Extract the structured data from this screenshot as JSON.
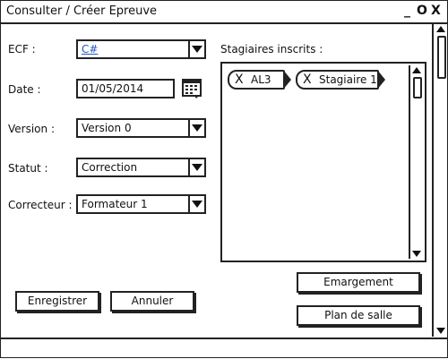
{
  "window": {
    "title": "Consulter / Créer Epreuve",
    "controls": {
      "minimize": "_",
      "maximize": "O",
      "close": "X"
    }
  },
  "form": {
    "ecf": {
      "label": "ECF :",
      "value": "C#"
    },
    "date": {
      "label": "Date :",
      "value": "01/05/2014"
    },
    "version": {
      "label": "Version :",
      "value": "Version 0"
    },
    "statut": {
      "label": "Statut :",
      "value": "Correction"
    },
    "correcteur": {
      "label": "Correcteur :",
      "value": "Formateur 1"
    }
  },
  "stagiaires": {
    "label": "Stagiaires inscrits :",
    "items": [
      {
        "remove": "X",
        "name": "AL3"
      },
      {
        "remove": "X",
        "name": "Stagiaire 1"
      }
    ]
  },
  "buttons": {
    "emargement": "Emargement",
    "plan_de_salle": "Plan de salle",
    "enregistrer": "Enregistrer",
    "annuler": "Annuler"
  }
}
